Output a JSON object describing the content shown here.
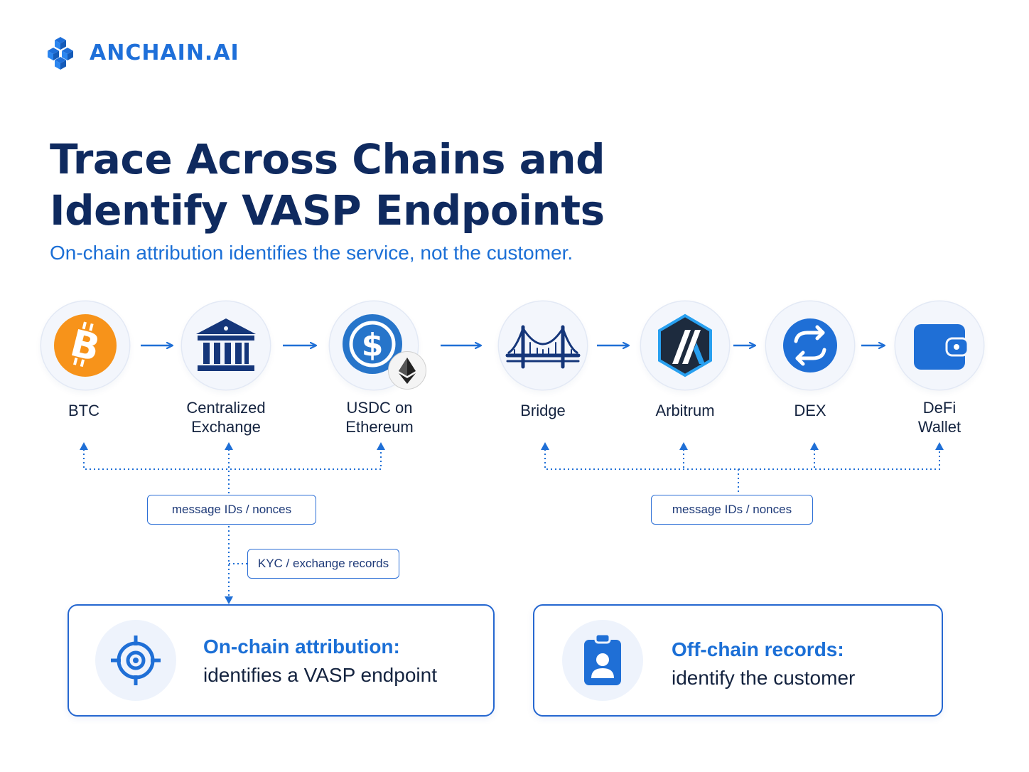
{
  "brand": {
    "name": "ANCHAIN.AI",
    "color": "#1e6fd9"
  },
  "title": {
    "line1": "Trace Across Chains and",
    "line2": "Identify VASP Endpoints"
  },
  "subtitle": "On-chain attribution identifies the service, not the customer.",
  "flow": [
    {
      "icon": "bitcoin-icon",
      "label1": "BTC",
      "label2": ""
    },
    {
      "icon": "bank-icon",
      "label1": "Centralized",
      "label2": "Exchange"
    },
    {
      "icon": "usdc-icon",
      "badge": "ethereum-icon",
      "label1": "USDC on",
      "label2": "Ethereum"
    },
    {
      "icon": "bridge-icon",
      "label1": "Bridge",
      "label2": ""
    },
    {
      "icon": "arbitrum-icon",
      "label1": "Arbitrum",
      "label2": ""
    },
    {
      "icon": "swap-icon",
      "label1": "DEX",
      "label2": ""
    },
    {
      "icon": "wallet-icon",
      "label1": "DeFi",
      "label2": "Wallet"
    }
  ],
  "tags": {
    "left": "message IDs / nonces",
    "kyc": "KYC / exchange records",
    "right": "message IDs / nonces"
  },
  "cards": {
    "onchain": {
      "icon": "target-icon",
      "heading": "On-chain attribution:",
      "body": "identifies a VASP endpoint"
    },
    "offchain": {
      "icon": "id-badge-icon",
      "heading": "Off-chain records:",
      "body": "identify the customer"
    }
  },
  "colors": {
    "navy": "#0f2a5f",
    "blue": "#1b6fd6",
    "bitcoin": "#f7931a",
    "usdc": "#2775ca"
  }
}
